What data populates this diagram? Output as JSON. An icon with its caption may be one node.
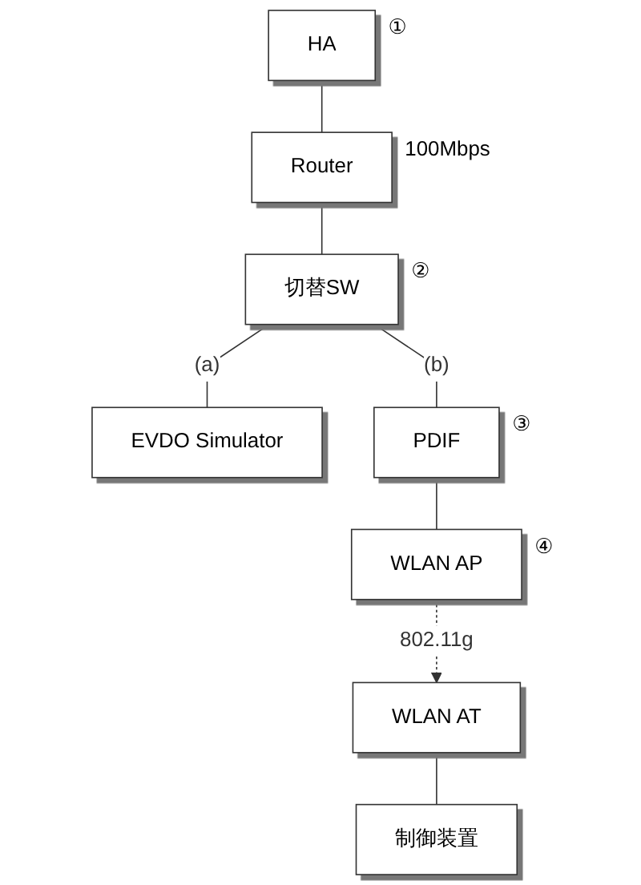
{
  "diagram": {
    "nodes": [
      {
        "text": [
          "HA"
        ],
        "beside": [
          "①"
        ]
      },
      {
        "text": [
          "Router"
        ],
        "beside": [
          "100Mbps"
        ]
      },
      {
        "text": [
          "切替SW"
        ],
        "beside": [
          "②"
        ]
      },
      {
        "text": [
          "EVDO Simulator"
        ]
      },
      {
        "text": [
          "PDIF"
        ],
        "beside": [
          "③"
        ]
      },
      {
        "text": [
          "WLAN AP"
        ],
        "beside": [
          "④"
        ]
      },
      {
        "text": [
          "WLAN AT"
        ]
      },
      {
        "text": [
          "制御装置"
        ]
      }
    ],
    "edges": [
      {
        "from": 0,
        "to": 1,
        "arrow": "none"
      },
      {
        "from": 1,
        "to": 2,
        "arrow": "none"
      },
      {
        "from": 2,
        "to": 3,
        "arrow": "none",
        "label": "(a)"
      },
      {
        "from": 2,
        "to": 4,
        "arrow": "none",
        "label": "(b)"
      },
      {
        "from": 4,
        "to": 5,
        "arrow": "none"
      },
      {
        "from": 5,
        "to": 6,
        "arrow": "to",
        "label": "802.11g",
        "style": "dashed"
      },
      {
        "from": 6,
        "to": 7,
        "arrow": "none"
      }
    ]
  }
}
